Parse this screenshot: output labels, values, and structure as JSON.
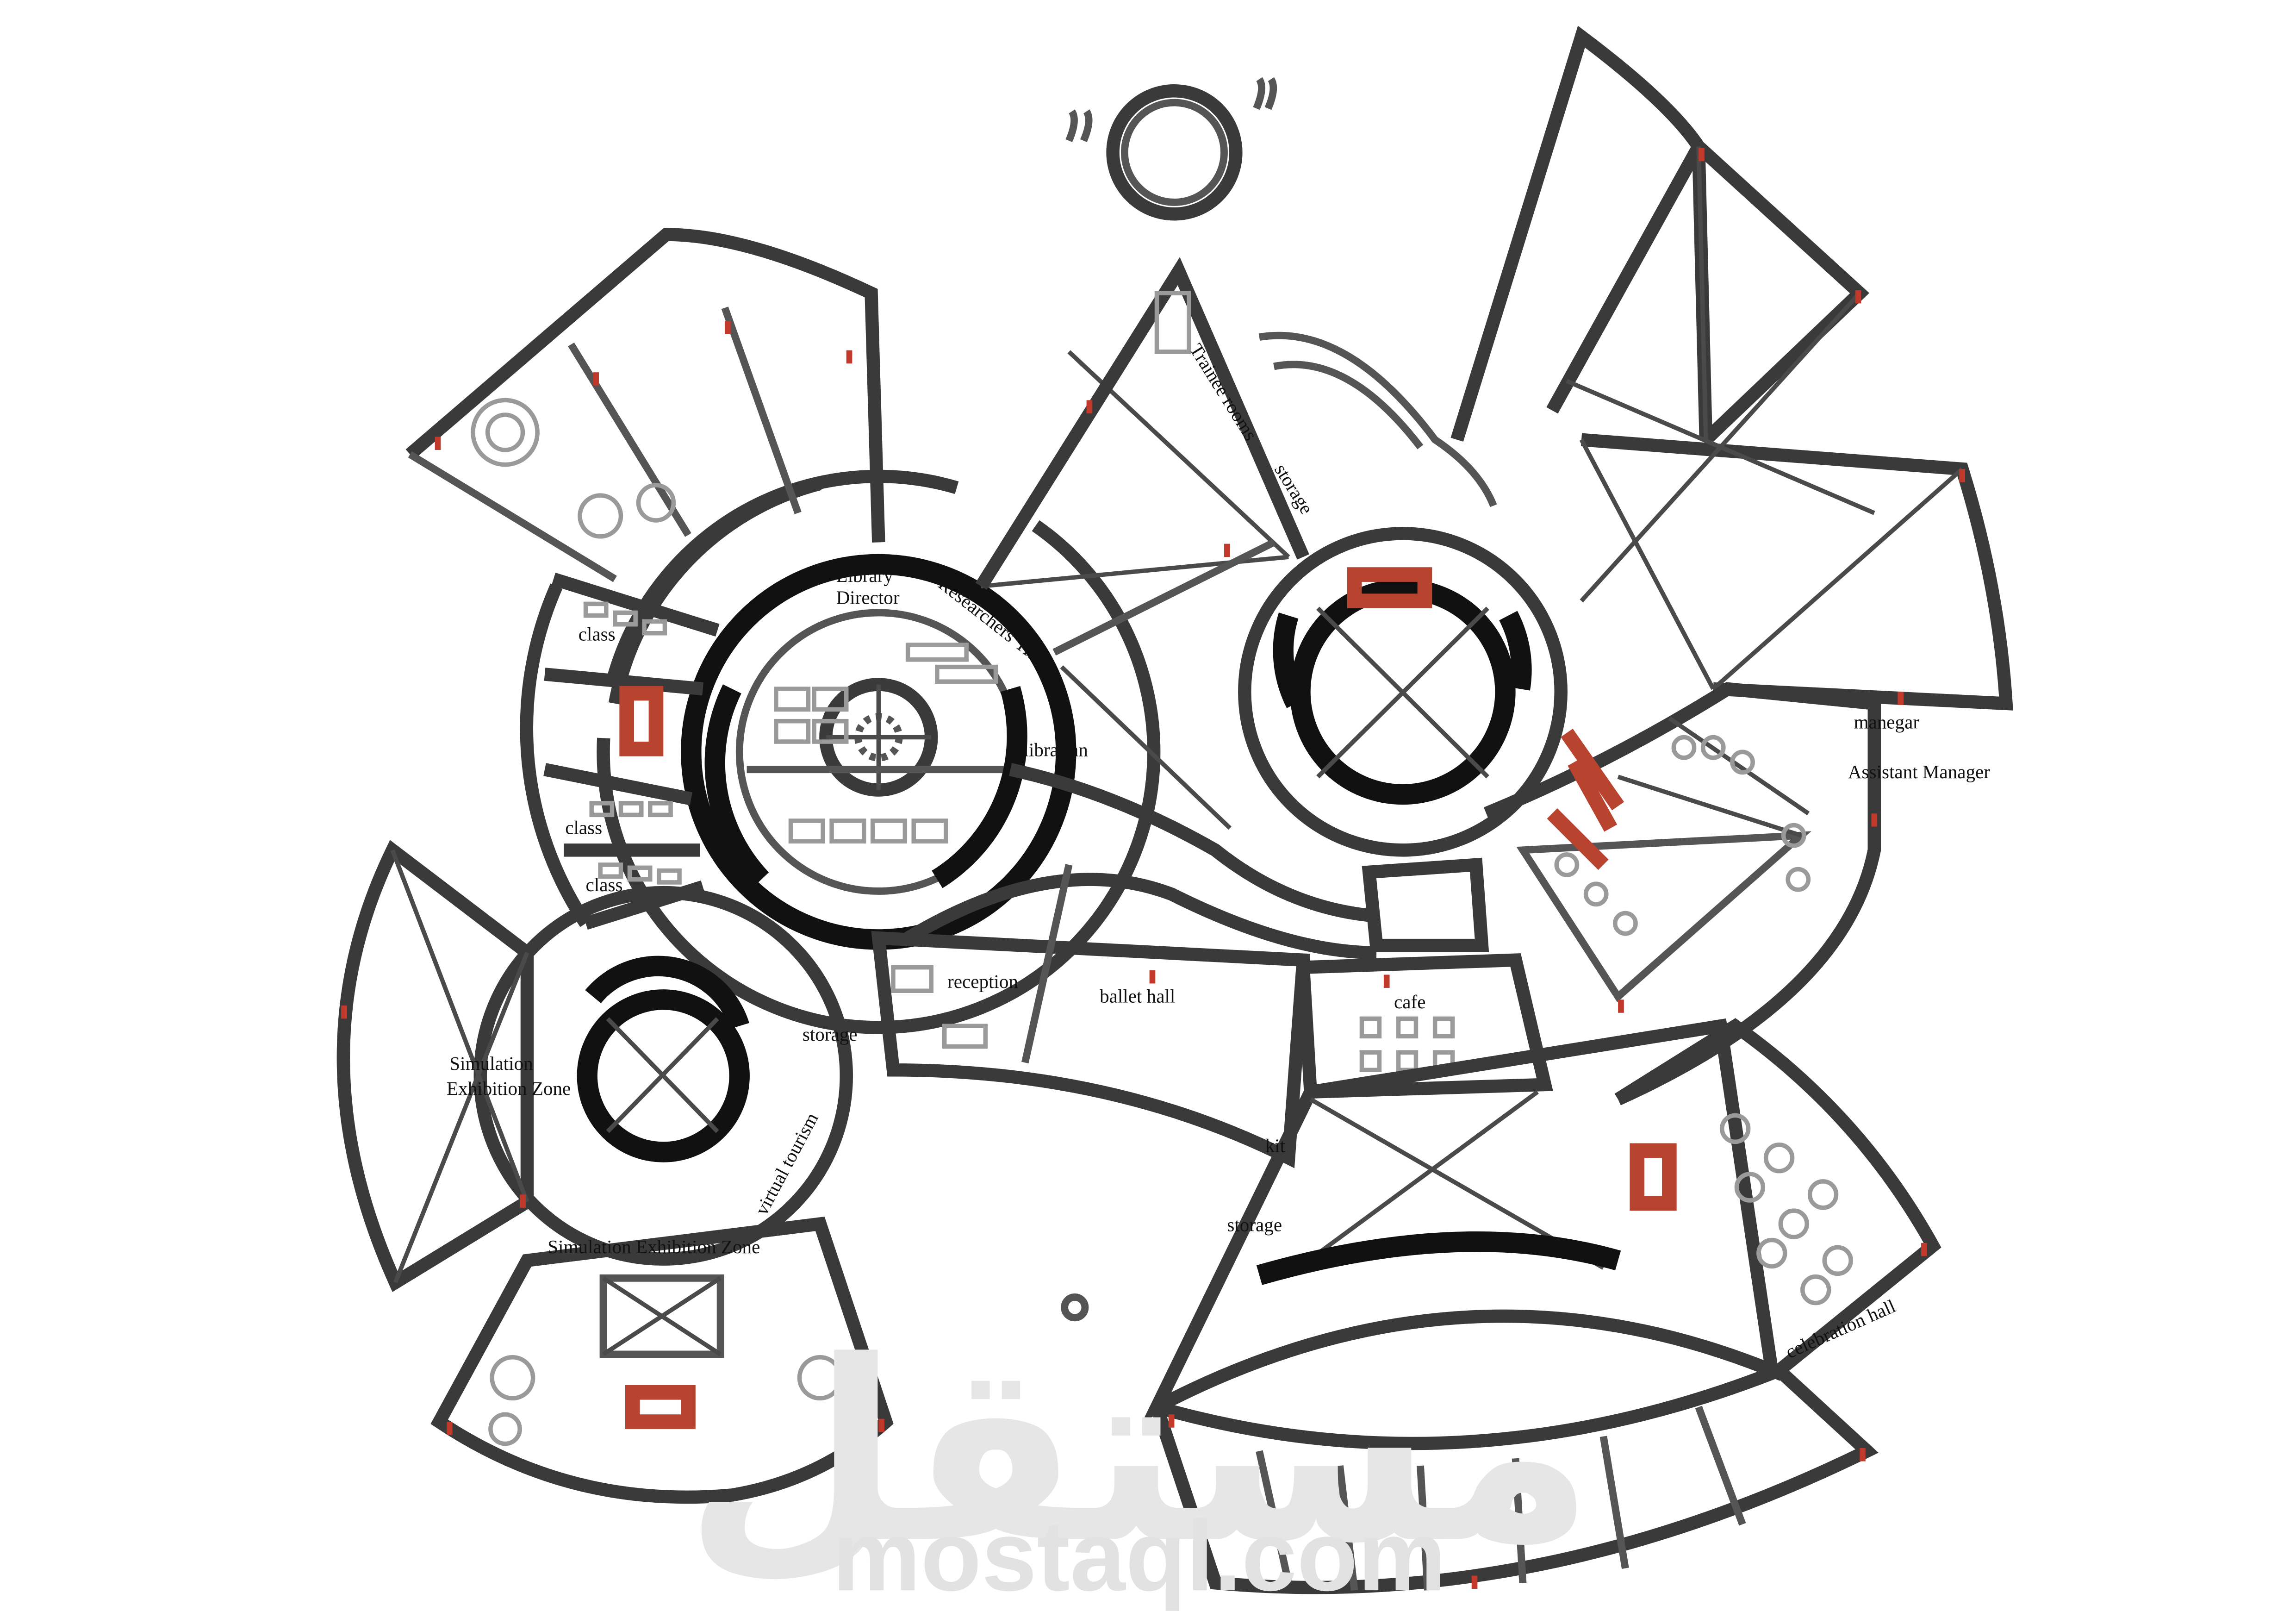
{
  "labels": {
    "library_director": [
      "Library",
      "Director"
    ],
    "researchers_halls": "Researchers' Halls",
    "trainee_rooms": "Trainee rooms",
    "storage_north": "storage",
    "librarian": "librarian",
    "class_1": "class",
    "class_2": "class",
    "class_3": "class",
    "manegar": "manegar",
    "assistant_manager": "Assistant Manager",
    "reception": "reception",
    "ballet_hall": "ballet hall",
    "cafe": "cafe",
    "storage_west": "storage",
    "simulation_zone_west": [
      "Simulation",
      "Exhibition Zone"
    ],
    "virtual_tourism": "virtual tourism",
    "kit": "kit",
    "storage_south": "storage",
    "simulation_zone_south": "Simulation Exhibition Zone",
    "celebration_hall": "celebration hall"
  },
  "watermark": {
    "arabic": "مستقل",
    "latin": "mostaql.com"
  },
  "colors": {
    "line": "#3a3a3a",
    "accent": "#b8432e",
    "furniture": "#9a9a9a",
    "watermark": "#e4e4e4"
  }
}
